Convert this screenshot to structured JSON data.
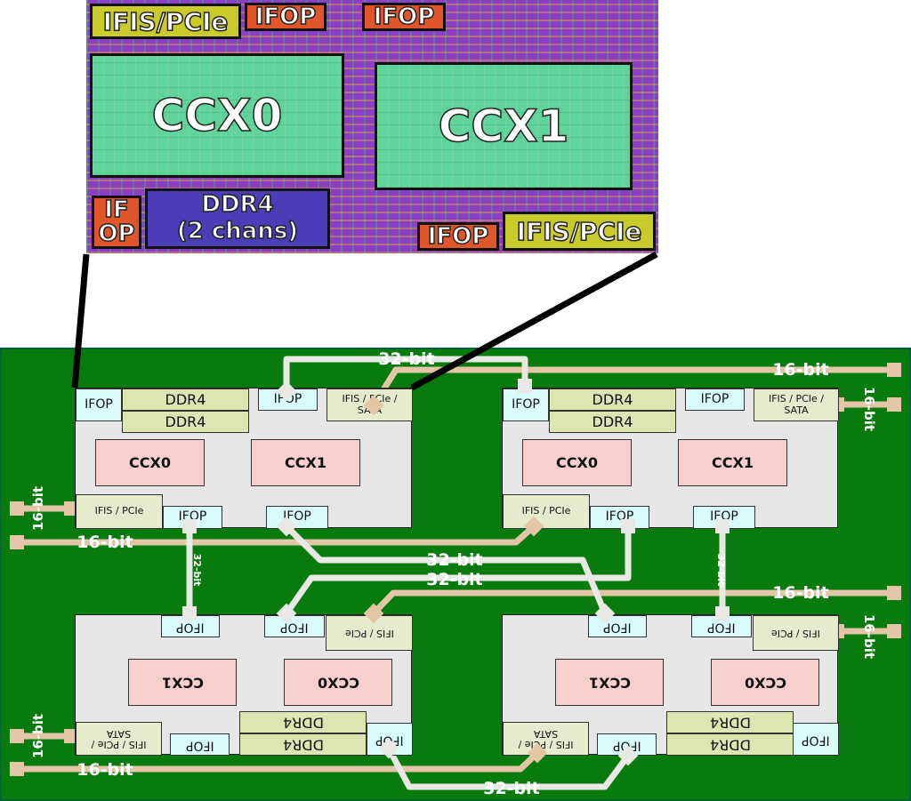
{
  "die": {
    "ifis_top": "IFIS/PCIe",
    "ifop_top1": "IFOP",
    "ifop_top2": "IFOP",
    "ccx0": "CCX0",
    "ccx1": "CCX1",
    "ifop_left": "IF OP",
    "ddr4_line1": "DDR4",
    "ddr4_line2": "(2 chans)",
    "ifop_bottom": "IFOP",
    "ifis_bottom": "IFIS/PCIe"
  },
  "chip_tl": {
    "ifop_left": "IFOP",
    "ddr4_a": "DDR4",
    "ddr4_b": "DDR4",
    "ifop_top": "IFOP",
    "ifis_top": "IFIS / PCIe / SATA",
    "ccx0": "CCX0",
    "ccx1": "CCX1",
    "ifis_bottom": "IFIS / PCIe",
    "ifop_b1": "IFOP",
    "ifop_b2": "IFOP"
  },
  "chip_tr": {
    "ifop_left": "IFOP",
    "ddr4_a": "DDR4",
    "ddr4_b": "DDR4",
    "ifop_top": "IFOP",
    "ifis_top": "IFIS / PCIe / SATA",
    "ccx0": "CCX0",
    "ccx1": "CCX1",
    "ifis_bottom": "IFIS / PCIe",
    "ifop_b1": "IFOP",
    "ifop_b2": "IFOP"
  },
  "chip_bl": {
    "ifop_t1": "IFOP",
    "ifop_t2": "IFOP",
    "ifis_top": "IFIS / PCIe",
    "ccx1": "CCX1",
    "ccx0": "CCX0",
    "ifis_bottom": "IFIS / PCIe / SATA",
    "ifop_b": "IFOP",
    "ddr4_a": "DDR4",
    "ddr4_b": "DDR4",
    "ifop_right": "IFOP"
  },
  "chip_br": {
    "ifop_t1": "IFOP",
    "ifop_t2": "IFOP",
    "ifis_top": "IFIS / PCIe",
    "ccx1": "CCX1",
    "ccx0": "CCX0",
    "ifis_bottom": "IFIS / PCIe / SATA",
    "ifop_b": "IFOP",
    "ddr4_a": "DDR4",
    "ddr4_b": "DDR4",
    "ifop_right": "IFOP"
  },
  "links": {
    "top_32": "32-bit",
    "mid_32_a": "32-bit",
    "mid_32_b": "32-bit",
    "bottom_32": "32-bit",
    "vert_left_32": "32-bit",
    "vert_right_32": "32-bit",
    "r_16_a": "16-bit",
    "r_16_a_vert": "16-bit",
    "l_16_a_vert": "16-bit",
    "l_16_a": "16-bit",
    "r_16_b": "16-bit",
    "r_16_b_vert": "16-bit",
    "l_16_b_vert": "16-bit",
    "l_16_b": "16-bit"
  },
  "colors": {
    "board": "#087a0e",
    "link32": "#e8e8e4",
    "link16": "#e2c6a6",
    "ccx_fill": "#f7cfcc",
    "ifop_fill": "#d9fbfb",
    "ddr_fill": "#dde5b0",
    "ifis_fill": "#e4eccd"
  }
}
